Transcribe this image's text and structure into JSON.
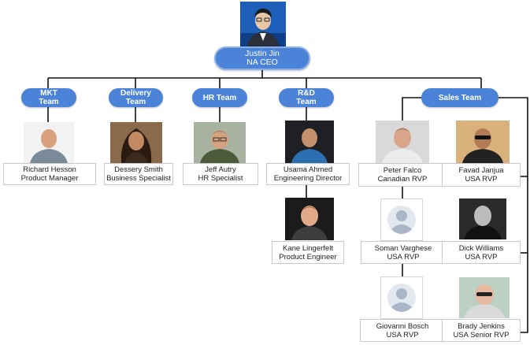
{
  "ceo": {
    "name": "Justin Jin",
    "title": "NA CEO"
  },
  "teams": {
    "mkt": {
      "line1": "MKT",
      "line2": "Team"
    },
    "delivery": {
      "line1": "Delivery",
      "line2": "Team"
    },
    "hr": {
      "line1": "HR Team"
    },
    "rnd": {
      "line1": "R&D",
      "line2": "Team"
    },
    "sales": {
      "line1": "Sales Team"
    }
  },
  "people": {
    "richard": {
      "name": "Richard Hesson",
      "title": "Product Manager"
    },
    "dessery": {
      "name": "Dessery Smith",
      "title": "Business Specialist"
    },
    "jeff": {
      "name": "Jeff Autry",
      "title": "HR Specialist"
    },
    "usama": {
      "name": "Usama Ahmed",
      "title": "Engineering Director"
    },
    "kane": {
      "name": "Kane Lingerfelt",
      "title": "Product Engineer"
    },
    "peter": {
      "name": "Peter Falco",
      "title": "Canadian RVP"
    },
    "soman": {
      "name": "Soman Varghese",
      "title": "USA RVP"
    },
    "giovanni": {
      "name": "Giovanni Bosch",
      "title": "USA RVP"
    },
    "favad": {
      "name": "Favad Janjua",
      "title": "USA RVP"
    },
    "dick": {
      "name": "Dick Williams",
      "title": "USA RVP"
    },
    "brady": {
      "name": "Brady Jenkins",
      "title": "USA Senior RVP"
    }
  },
  "colors": {
    "pill": "#4b83d8",
    "line": "#000000",
    "card_border": "#c9c9c9"
  }
}
